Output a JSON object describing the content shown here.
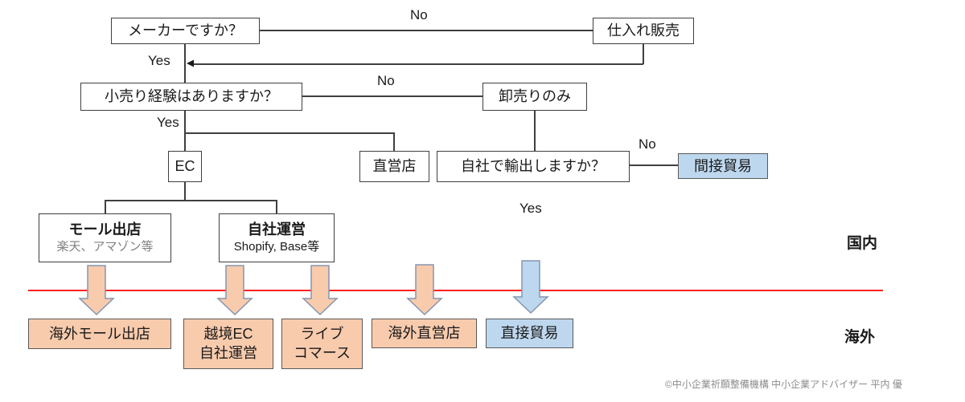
{
  "flow": {
    "nodes": {
      "maker_question": "メーカーですか？",
      "purchase_sales": "仕入れ販売",
      "retail_question": "小売り経験はありますか？",
      "wholesale_only": "卸売りのみ",
      "ec": "EC",
      "direct_store": "直営店",
      "export_question": "自社で輸出しますか？",
      "indirect_trade": "間接貿易",
      "mall": {
        "title": "モール出店",
        "subtitle": "楽天、アマゾン等"
      },
      "self_site": {
        "title": "自社運営",
        "subtitle": "Shopify, Base等"
      },
      "overseas_mall": "海外モール出店",
      "cross_border": {
        "line1": "越境EC",
        "line2": "自社運営"
      },
      "live_commerce": {
        "line1": "ライブ",
        "line2": "コマース"
      },
      "overseas_direct_store": "海外直営店",
      "direct_trade": "直接貿易"
    },
    "labels": {
      "no_maker": "No",
      "yes_maker": "Yes",
      "no_retail": "No",
      "yes_retail": "Yes",
      "no_export": "No",
      "yes_export": "Yes"
    },
    "regions": {
      "domestic": "国内",
      "overseas": "海外"
    },
    "footer": "©中小企業祈願整備機構 中小企業アドバイザー 平内 優",
    "colors": {
      "orange_fill": "#F8CBAD",
      "blue_fill": "#BDD7EE",
      "arrow_outline": "#8496B0",
      "connector": "#3F3F3F",
      "divider_red": "#FF2020",
      "subtitle_gray": "#808080",
      "footer_gray": "#8C8C8C"
    }
  }
}
